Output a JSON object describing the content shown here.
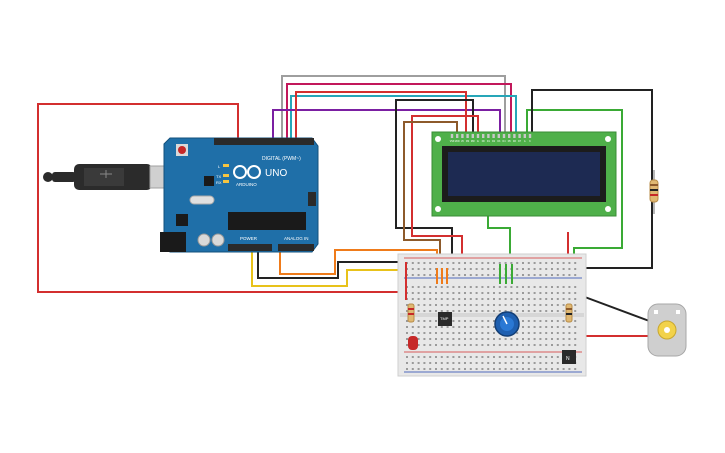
{
  "arduino": {
    "logo_text": "UNO",
    "brand_text": "ARDUINO",
    "digital_header": "DIGITAL (PWM~)",
    "power_header": "POWER",
    "analog_header": "ANALOG IN",
    "tx_label": "TX",
    "rx_label": "RX",
    "l_label": "L",
    "board_color": "#1f6fa8",
    "header_color": "#2a2a2a"
  },
  "lcd": {
    "module_color": "#4fb04a",
    "screen_color": "#1d2a52",
    "pin_labels": [
      "VSS",
      "VDD",
      "V0",
      "RS",
      "RW",
      "E",
      "D0",
      "D1",
      "D2",
      "D3",
      "D4",
      "D5",
      "D6",
      "D7",
      "A",
      "K"
    ]
  },
  "breadboard": {
    "color": "#e8e8e8",
    "rail_red": "#d32f2f",
    "rail_blue": "#1e40af"
  },
  "components": {
    "sensor_label": "TMP",
    "transistor_label": "N",
    "potentiometer_color": "#1e5fb0",
    "led_color": "#c62828",
    "motor_color": "#cfcfcf",
    "motor_hub_color": "#f2d24a"
  },
  "wire_colors": {
    "red": "#d32f2f",
    "black": "#222222",
    "gray": "#9e9e9e",
    "magenta": "#c2185b",
    "cyan": "#26a6b8",
    "purple": "#7b1fa2",
    "orange": "#ef7b1a",
    "yellow": "#e8c21a",
    "green": "#3aaa35",
    "brown": "#8d5a2b",
    "blue": "#1e40af"
  },
  "usb_cable_color": "#2b2b2b"
}
